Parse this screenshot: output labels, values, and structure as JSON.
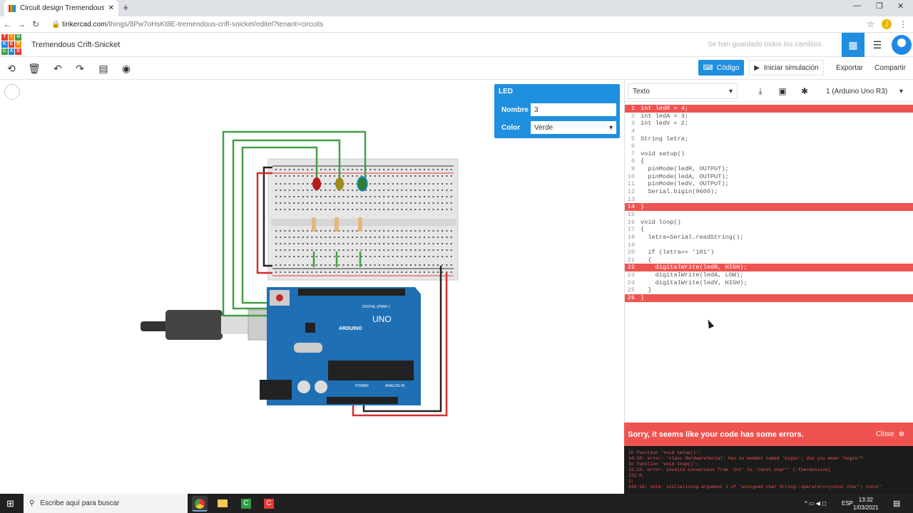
{
  "browser": {
    "tab_title": "Circuit design Tremendous Crift-",
    "url_host": "tinkercad.com",
    "url_path": "/things/8Pw7oHsKt8E-tremendous-crift-snicket/editel?tenant=circuits",
    "profile_initial": "J"
  },
  "header": {
    "logo_letters": [
      "TIN",
      "KER",
      "CAD"
    ],
    "project_title": "Tremendous Crift-Snicket",
    "save_status": "Se han guardado todos los cambios."
  },
  "toolbar": {
    "codigo_label": "Código",
    "simulate_label": "Iniciar simulación",
    "export_label": "Exportar",
    "share_label": "Compartir"
  },
  "inspector": {
    "title": "LED",
    "name_label": "Nombre",
    "name_value": "3",
    "color_label": "Color",
    "color_value": "Verde"
  },
  "code_panel": {
    "mode": "Texto",
    "board": "1 (Arduino Uno R3)",
    "lines": [
      {
        "n": "1",
        "t": "int ledR = 4;",
        "err": true
      },
      {
        "n": "2",
        "t": "int ledA = 3;",
        "err": false
      },
      {
        "n": "3",
        "t": "int ledV = 2;",
        "err": false
      },
      {
        "n": "4",
        "t": "",
        "err": false
      },
      {
        "n": "5",
        "t": "String letra;",
        "err": false
      },
      {
        "n": "6",
        "t": "",
        "err": false
      },
      {
        "n": "7",
        "t": "void setup()",
        "err": false
      },
      {
        "n": "8",
        "t": "{",
        "err": false
      },
      {
        "n": "9",
        "t": "  pinMode(ledR, OUTPUT);",
        "err": false
      },
      {
        "n": "10",
        "t": "  pinMode(ledA, OUTPUT);",
        "err": false
      },
      {
        "n": "11",
        "t": "  pinMode(ledV, OUTPUT);",
        "err": false
      },
      {
        "n": "12",
        "t": "  Serial.bigin(9600);",
        "err": false
      },
      {
        "n": "13",
        "t": "",
        "err": false
      },
      {
        "n": "14",
        "t": "}",
        "err": true
      },
      {
        "n": "15",
        "t": "",
        "err": false
      },
      {
        "n": "16",
        "t": "void loop()",
        "err": false
      },
      {
        "n": "17",
        "t": "{",
        "err": false
      },
      {
        "n": "18",
        "t": "  letra=Serial.readString();",
        "err": false
      },
      {
        "n": "19",
        "t": "",
        "err": false
      },
      {
        "n": "20",
        "t": "  if (letra== '101')",
        "err": false
      },
      {
        "n": "21",
        "t": "  {",
        "err": false
      },
      {
        "n": "22",
        "t": "    digitalWrite(ledR, HIGH);",
        "err": true
      },
      {
        "n": "23",
        "t": "    digitalWrite(ledA, LOW);",
        "err": false
      },
      {
        "n": "24",
        "t": "    digitalWrite(ledV, HIGH);",
        "err": false
      },
      {
        "n": "25",
        "t": "  }",
        "err": false
      },
      {
        "n": "26",
        "t": "}",
        "err": true
      }
    ]
  },
  "errors": {
    "message": "Sorry, it seems like your code has some errors.",
    "close_label": "Close",
    "log": [
      " In function 'void setup()':",
      "14:10: error: 'class HardwareSerial' has no member named 'bigin'; did you mean 'begin'?",
      " In function 'void loop()':",
      "22:15: error: invalid conversion from 'int' to 'const char*' [-fpermissive]",
      "232:0,",
      "1:",
      "143:16: note:   initializing argument 1 of 'unsigned char String::operator==(const char*) const'"
    ]
  },
  "board_labels": {
    "arduino": "ARDUINO",
    "uno": "UNO",
    "digital": "DIGITAL (PWM~)",
    "power": "POWER",
    "analog": "ANALOG IN"
  },
  "taskbar": {
    "search_placeholder": "Escribe aquí para buscar",
    "lang": "ESP",
    "time": "13:32",
    "date": "1/03/2021"
  }
}
